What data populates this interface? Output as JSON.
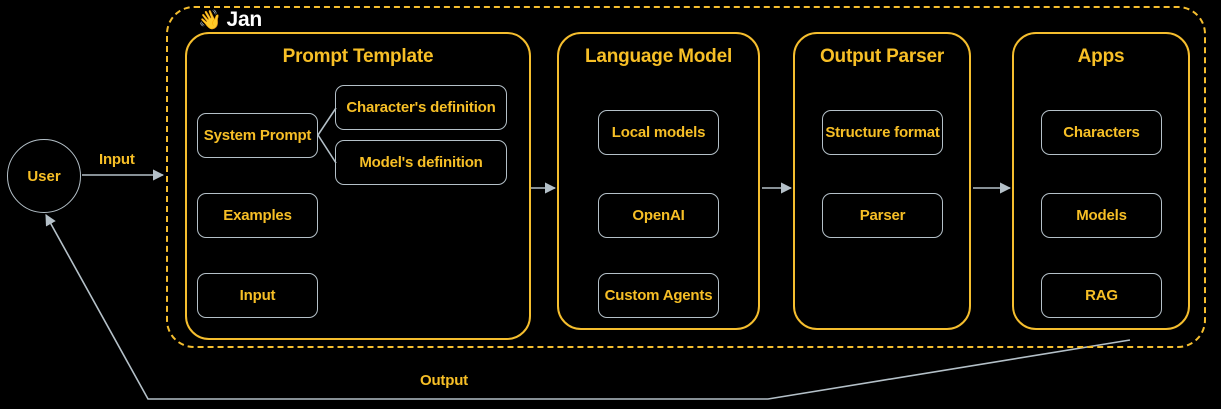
{
  "container": {
    "title": "Jan",
    "emoji": "👋",
    "emoji_name": "waving-hand-icon"
  },
  "colors": {
    "background": "#000000",
    "accent_yellow": "#F5BE2E",
    "text_yellow": "#F7BF26",
    "box_border": "#B4C0C8",
    "title_white": "#FFFFFF"
  },
  "nodes": {
    "user": {
      "label": "User"
    }
  },
  "edges": {
    "input_label": "Input",
    "output_label": "Output"
  },
  "stages": [
    {
      "id": "prompt",
      "title": "Prompt Template",
      "items": [
        {
          "id": "system",
          "label": "System Prompt"
        },
        {
          "id": "character",
          "label": "Character's definition"
        },
        {
          "id": "model",
          "label": "Model's definition"
        },
        {
          "id": "examples",
          "label": "Examples"
        },
        {
          "id": "input",
          "label": "Input"
        }
      ]
    },
    {
      "id": "llm",
      "title": "Language Model",
      "items": [
        {
          "id": "local",
          "label": "Local models"
        },
        {
          "id": "openai",
          "label": "OpenAI"
        },
        {
          "id": "agents",
          "label": "Custom Agents"
        }
      ]
    },
    {
      "id": "parser",
      "title": "Output Parser",
      "items": [
        {
          "id": "structure",
          "label": "Structure format"
        },
        {
          "id": "parser",
          "label": "Parser"
        }
      ]
    },
    {
      "id": "apps",
      "title": "Apps",
      "items": [
        {
          "id": "characters",
          "label": "Characters"
        },
        {
          "id": "models",
          "label": "Models"
        },
        {
          "id": "rag",
          "label": "RAG"
        }
      ]
    }
  ]
}
